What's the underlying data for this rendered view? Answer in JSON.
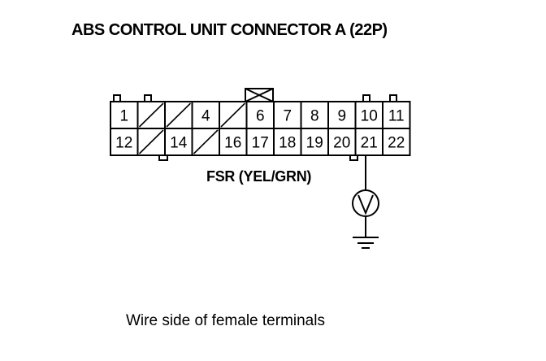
{
  "title": "ABS CONTROL UNIT CONNECTOR A (22P)",
  "wire_label": "FSR (YEL/GRN)",
  "caption": "Wire side of female terminals",
  "connector": {
    "rows": [
      [
        {
          "label": "1",
          "empty": false
        },
        {
          "label": "",
          "empty": true
        },
        {
          "label": "",
          "empty": true
        },
        {
          "label": "4",
          "empty": false
        },
        {
          "label": "",
          "empty": true
        },
        {
          "label": "6",
          "empty": false
        },
        {
          "label": "7",
          "empty": false
        },
        {
          "label": "8",
          "empty": false
        },
        {
          "label": "9",
          "empty": false
        },
        {
          "label": "10",
          "empty": false
        },
        {
          "label": "11",
          "empty": false
        }
      ],
      [
        {
          "label": "12",
          "empty": false
        },
        {
          "label": "",
          "empty": true
        },
        {
          "label": "14",
          "empty": false
        },
        {
          "label": "",
          "empty": true
        },
        {
          "label": "16",
          "empty": false
        },
        {
          "label": "17",
          "empty": false
        },
        {
          "label": "18",
          "empty": false
        },
        {
          "label": "19",
          "empty": false
        },
        {
          "label": "20",
          "empty": false
        },
        {
          "label": "21",
          "empty": false
        },
        {
          "label": "22",
          "empty": false
        }
      ]
    ],
    "measured_terminal": "21"
  },
  "symbols": {
    "meter": "voltmeter-icon",
    "ground": "ground-icon"
  }
}
